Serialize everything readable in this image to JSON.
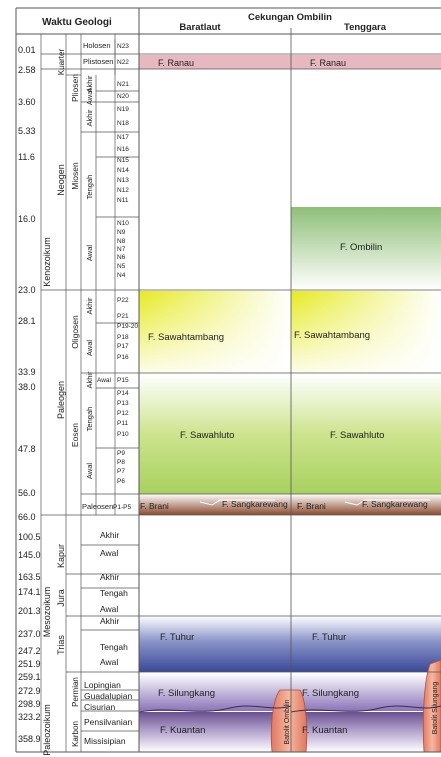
{
  "header": {
    "geo_time_title": "Waktu Geologi",
    "basin_title": "Cekungan Ombilin",
    "col_nw": "Baratlaut",
    "col_se": "Tenggara"
  },
  "ages": [
    "0.01",
    "2.58",
    "3.60",
    "5.33",
    "11.6",
    "16.0",
    "23.0",
    "28.1",
    "33.9",
    "38.0",
    "47.8",
    "56.0",
    "66.0",
    "100.5",
    "145.0",
    "163.5",
    "174.1",
    "201.3",
    "237.0",
    "247.2",
    "251.9",
    "259.1",
    "272.9",
    "298.9",
    "323.2",
    "358.9"
  ],
  "eras": [
    "Kenozoikum",
    "Mesozoikum",
    "Paleozoikum"
  ],
  "periods": [
    "Kuarter",
    "Neogen",
    "Paleogen",
    "Kapur",
    "Jura",
    "Trias",
    "Permian",
    "Karbon"
  ],
  "epochs": [
    "Holosen",
    "Plistosen",
    "Pliosen",
    "Miosen",
    "Oligosen",
    "Eosen",
    "Paleosen"
  ],
  "subdivisions": [
    "Akhir",
    "Awal",
    "Akhir",
    "Tengah",
    "Awal",
    "Akhir",
    "Awal",
    "Akhir",
    "Tengah",
    "Awal",
    "Akhir",
    "Awal",
    "Akhir",
    "Tengah",
    "Awal",
    "Akhir",
    "Tengah",
    "Awal",
    "Lopingian",
    "Guadalupian",
    "Cisurian",
    "Pensilvanian",
    "Missisipian"
  ],
  "zones": [
    "N23",
    "N22",
    "N21",
    "N20",
    "N19",
    "N18",
    "N17",
    "N16",
    "N15",
    "N14",
    "N13",
    "N12",
    "N11",
    "N10",
    "N9",
    "N8",
    "N7",
    "N6",
    "N5",
    "N4",
    "P22",
    "P21",
    "P19-20",
    "P18",
    "P17",
    "P16",
    "P15",
    "P14",
    "P13",
    "P12",
    "P11",
    "P10",
    "P9",
    "P8",
    "P7",
    "P6",
    "P1-P5"
  ],
  "formations": {
    "ranau": "F. Ranau",
    "ombilin": "F. Ombilin",
    "sawahtambang": "F. Sawahtambang",
    "sawahluto": "F. Sawahluto",
    "brani": "F. Brani",
    "sangkarewang": "F. Sangkarewang",
    "tuhur": "F. Tuhur",
    "silungkang": "F. Silungkang",
    "kuantan": "F. Kuantan"
  },
  "intrusions": [
    "Batolit Ombilin",
    "Batolit Silungang"
  ],
  "colors": {
    "ranau": "#e8b8c0",
    "ombilin": "#8fbf78",
    "sawahtambang": "#e6ea30",
    "sawahluto": "#b8d870",
    "brani": "#8a4a2e",
    "tuhur": "#4858a8",
    "silungkang": "#8a78b8",
    "kuantan": "#6a5488",
    "batolit": "#e88870"
  }
}
